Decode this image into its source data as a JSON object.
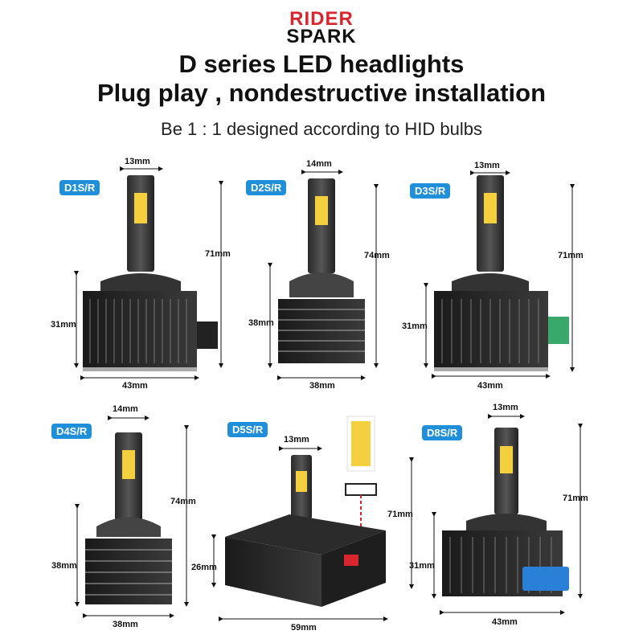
{
  "brand": {
    "line1": "RIDER",
    "line2": "SPARK"
  },
  "title_line1": "D series LED headlights",
  "title_line2": "Plug play , nondestructive installation",
  "subtitle": "Be 1 : 1 designed according to HID bulbs",
  "products": [
    {
      "label": "D1S/R",
      "top_width": "13mm",
      "height": "71mm",
      "base_height": "31mm",
      "base_width": "43mm"
    },
    {
      "label": "D2S/R",
      "top_width": "14mm",
      "height": "74mm",
      "base_height": "38mm",
      "base_width": "38mm"
    },
    {
      "label": "D3S/R",
      "top_width": "13mm",
      "height": "71mm",
      "base_height": "31mm",
      "base_width": "43mm"
    },
    {
      "label": "D4S/R",
      "top_width": "14mm",
      "height": "74mm",
      "base_height": "38mm",
      "base_width": "38mm"
    },
    {
      "label": "D5S/R",
      "top_width": "13mm",
      "height": "71mm",
      "base_height": "26mm",
      "base_width": "59mm"
    },
    {
      "label": "D8S/R",
      "top_width": "13mm",
      "height": "71mm",
      "base_height": "31mm",
      "base_width": "43mm"
    }
  ],
  "colors": {
    "badge": "#1f8fd9",
    "brand_red": "#d8262c",
    "led_yellow": "#f4d03f"
  }
}
